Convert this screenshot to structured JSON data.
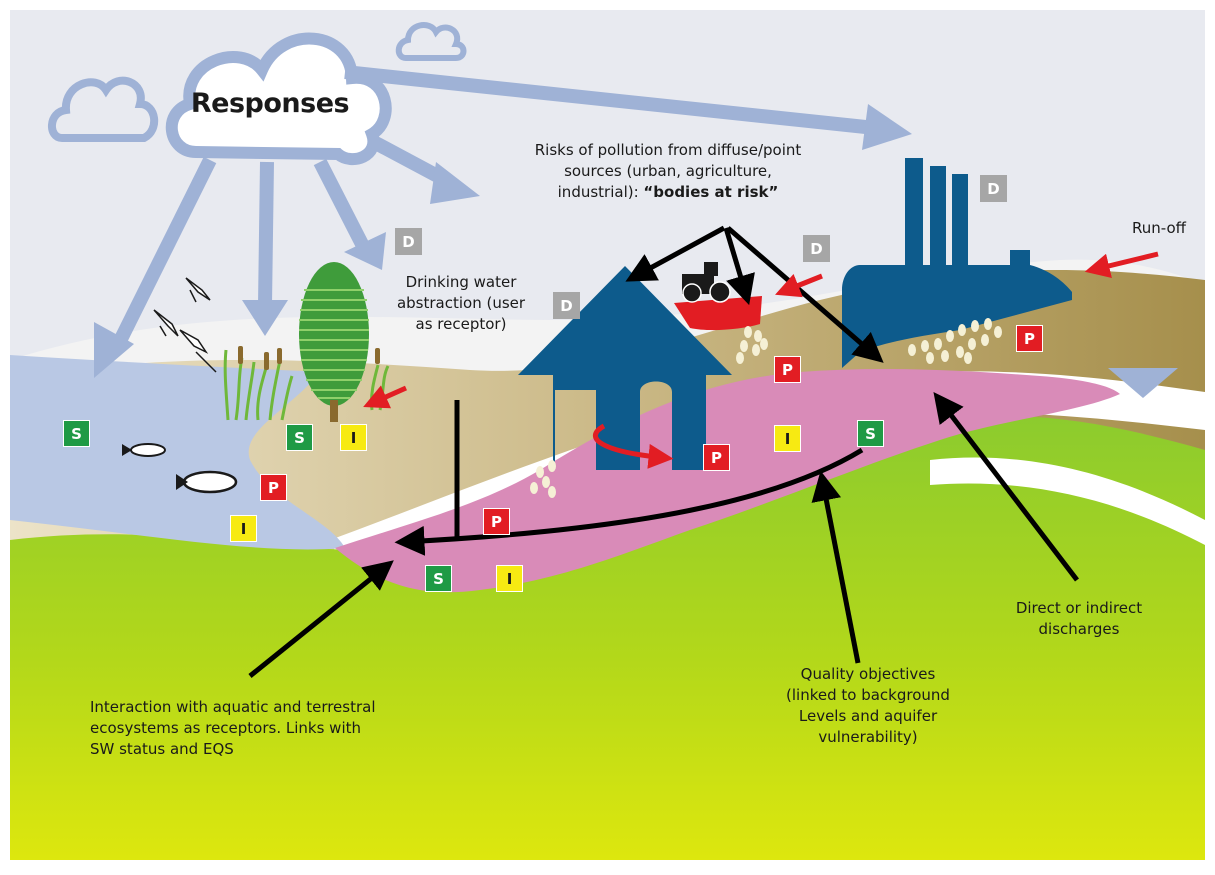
{
  "responses": {
    "title": "Responses"
  },
  "labels": {
    "risks_line1": "Risks of pollution from diffuse/point",
    "risks_line2": "sources (urban, agriculture,",
    "risks_line3": "industrial):",
    "risks_bold": "“bodies at risk”",
    "runoff": "Run-off",
    "drinking_line1": "Drinking water",
    "drinking_line2": "abstraction (user",
    "drinking_line3": "as receptor)",
    "direct_line1": "Direct or indirect",
    "direct_line2": "discharges",
    "quality_line1": "Quality objectives",
    "quality_line2": "(linked to background",
    "quality_line3": "Levels and aquifer",
    "quality_line4": "vulnerability)",
    "interaction_line1": "Interaction with aquatic and terrestral",
    "interaction_line2": "ecosystems as receptors. Links with",
    "interaction_line3": "SW status and EQS"
  },
  "tags": {
    "d": "D",
    "s": "S",
    "p": "P",
    "i": "I"
  },
  "colors": {
    "arrow_blue": "#9fb2d6",
    "building_blue": "#0d5b8c",
    "groundwater_pink": "#d98bb8",
    "surface_water": "#b9c8e4",
    "ground_green": "#9fd02a",
    "soil_tan": "#c9b98a",
    "status_green": "#1f9a45",
    "pressure_red": "#e21d23",
    "impact_yellow": "#f7ea12",
    "driver_grey": "#a6a6a6"
  }
}
